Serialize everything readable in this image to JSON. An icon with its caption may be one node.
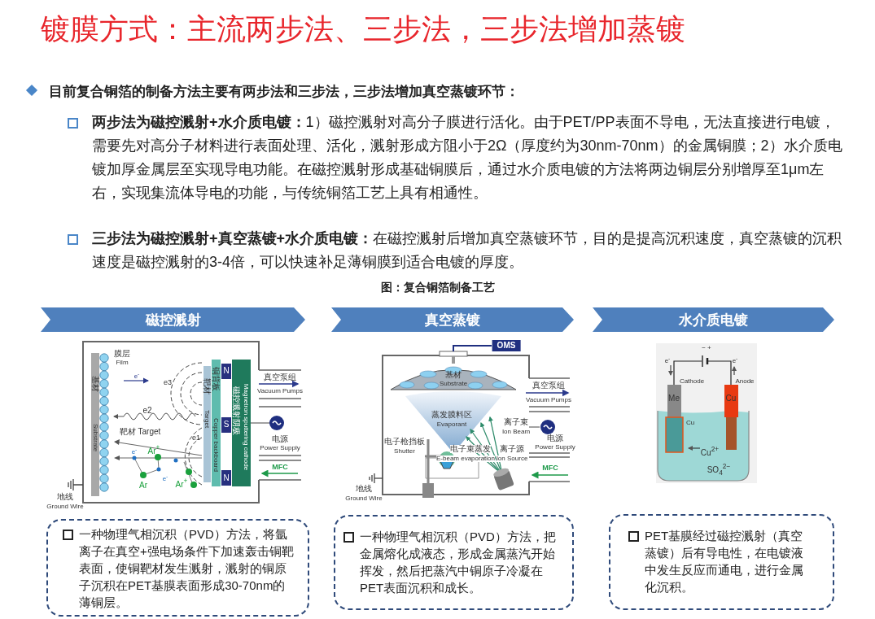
{
  "diagram": {
    "title": "镀膜方式：主流两步法、三步法，三步法增加蒸镀",
    "nodes": [
      {
        "text": [
          "磁控溅射"
        ]
      },
      {
        "text": [
          "真空蒸镀"
        ]
      },
      {
        "text": [
          "水介质电镀"
        ]
      },
      {
        "text": [
          "一种物理气相沉积（PVD）方法，将氩离子在真空+强电场条件下加速轰击铜靶表面，使铜靶材发生溅射，溅射的铜原子沉积在PET基膜表面形成30-70nm的薄铜层。"
        ]
      },
      {
        "text": [
          "一种物理气相沉积（PVD）方法，把金属熔化成液态，形成金属蒸汽开始挥发，然后把蒸汽中铜原子冷凝在PET表面沉积和成长。"
        ]
      },
      {
        "text": [
          "PET基膜经过磁控溅射（真空蒸镀）后有导电性，在电镀液中发生反应而通电，进行金属化沉积。"
        ]
      }
    ],
    "labels": [
      "目前复合铜箔的制备方法主要有两步法和三步法，三步法增加真空蒸镀环节：",
      "**两步法为磁控溅射+水介质电镀：**1）磁控溅射对高分子膜进行活化。由于PET/PP表面不导电，无法直接进行电镀，需要先对高分子材料进行表面处理、活化，溅射形成方阻小于2Ω（厚度约为30nm-70nm）的金属铜膜；2）水介质电镀加厚金属层至实现导电功能。在磁控溅射形成基础铜膜后，通过水介质电镀的方法将两边铜层分别增厚至1μm左右，实现集流体导电的功能，与传统铜箔工艺上具有相通性。",
      "**三步法为磁控溅射+真空蒸镀+水介质电镀：**在磁控溅射后增加真空蒸镀环节，目的是提高沉积速度，真空蒸镀的沉积速度是磁控溅射的3-4倍，可以快速补足薄铜膜到适合电镀的厚度。",
      "图：复合铜箔制备工艺",
      "膜层",
      "Film",
      "e$^{-}$",
      "e3",
      "N",
      "真空泵组",
      "Vacuum Pumps",
      "e2",
      "基材",
      "Substrate",
      "靶材",
      "Target",
      "铜背板",
      "Copper backboard",
      "S",
      "磁控溅射阴极",
      "Magnetron sputtering cathode",
      "电源",
      "Power Supply",
      "靶材 Target",
      "e1",
      "e$^{-}$",
      "Ar$^{+}$",
      "MFC",
      "Ar",
      "e$^{-}$",
      "Ar$^{+}$",
      "N",
      "地线",
      "Ground Wire",
      "OMS",
      "基材",
      "Substrate",
      "真空泵组",
      "Vacuum Pumps",
      "蒸发膜料区",
      "Evaporant",
      "离子束",
      "Ion Beam",
      "电源",
      "Power Supply",
      "电子枪挡板",
      "Shutter",
      "电子束蒸发",
      "E-beam evaporation",
      "离子源",
      "Ion Source",
      "MFC",
      "地线",
      "Ground Wire",
      "− +",
      "e$^{-}$",
      "e$^{-}$",
      "Cathode",
      "Anode",
      "Me",
      "Cu",
      "Cu",
      "Cu$^{2+}$",
      "SO$_{4}$$^{2−}$"
    ]
  }
}
